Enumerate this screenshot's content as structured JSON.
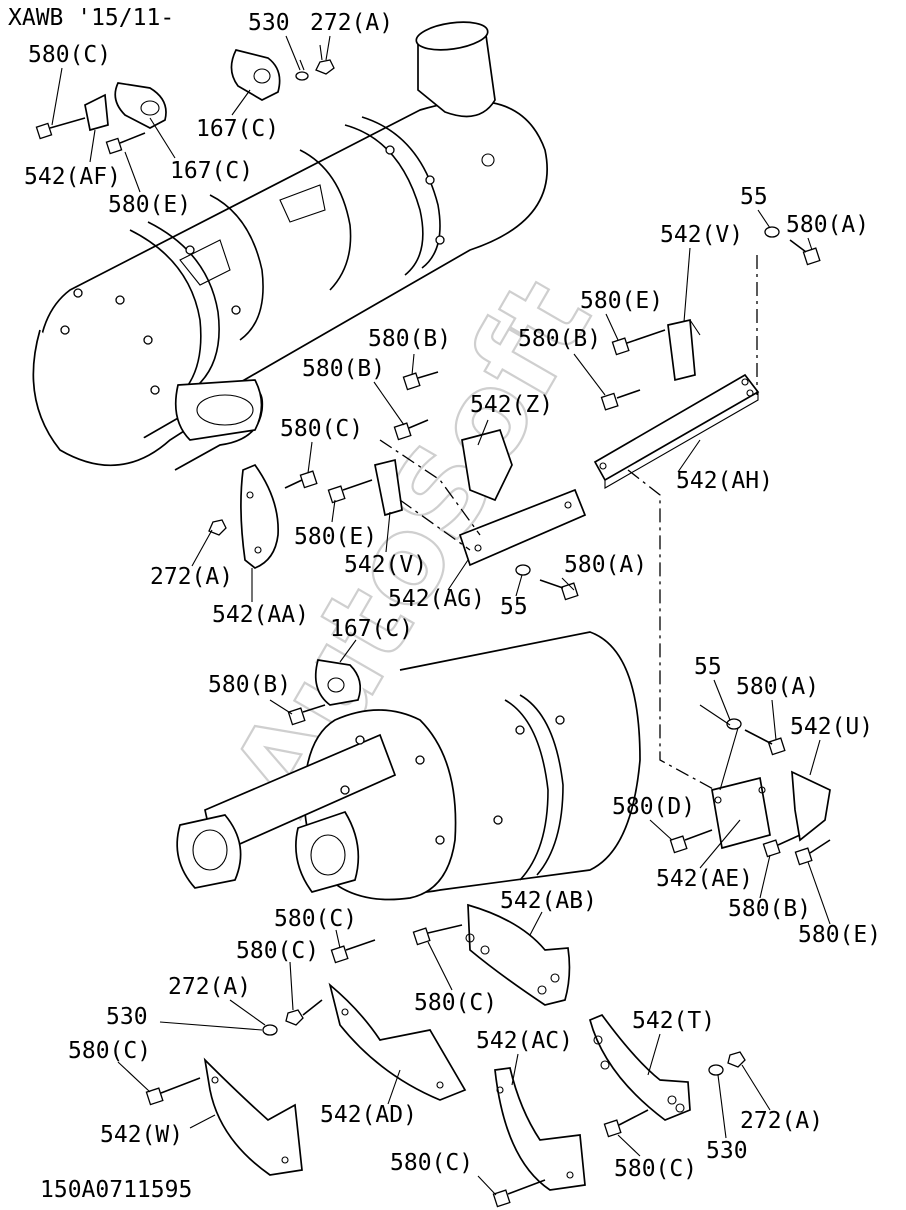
{
  "header": {
    "model_code": "XAWB '15/11-"
  },
  "footer": {
    "drawing_number": "150A0711595"
  },
  "watermark": {
    "text": "AutoSoft",
    "color": "#cfcfcf"
  },
  "callouts": {
    "c01": "580(C)",
    "c02": "530",
    "c03": "272(A)",
    "c04": "167(C)",
    "c05": "167(C)",
    "c06": "542(AF)",
    "c07": "580(E)",
    "c08": "55",
    "c09": "580(A)",
    "c10": "542(V)",
    "c11": "580(E)",
    "c12": "580(B)",
    "c13": "580(B)",
    "c14": "580(B)",
    "c15": "542(Z)",
    "c16": "580(C)",
    "c17": "542(AH)",
    "c18": "580(E)",
    "c19": "580(A)",
    "c20": "272(A)",
    "c21": "542(V)",
    "c22": "542(AG)",
    "c23": "55",
    "c24": "542(AA)",
    "c25": "167(C)",
    "c26": "580(B)",
    "c27": "55",
    "c28": "580(A)",
    "c29": "542(U)",
    "c30": "580(D)",
    "c31": "542(AE)",
    "c32": "580(B)",
    "c33": "580(E)",
    "c34": "580(C)",
    "c35": "542(AB)",
    "c36": "580(C)",
    "c37": "272(A)",
    "c38": "580(C)",
    "c39": "530",
    "c40": "580(C)",
    "c41": "542(AC)",
    "c42": "542(T)",
    "c43": "542(W)",
    "c44": "542(AD)",
    "c45": "530",
    "c46": "272(A)",
    "c47": "580(C)",
    "c48": "580(C)"
  }
}
